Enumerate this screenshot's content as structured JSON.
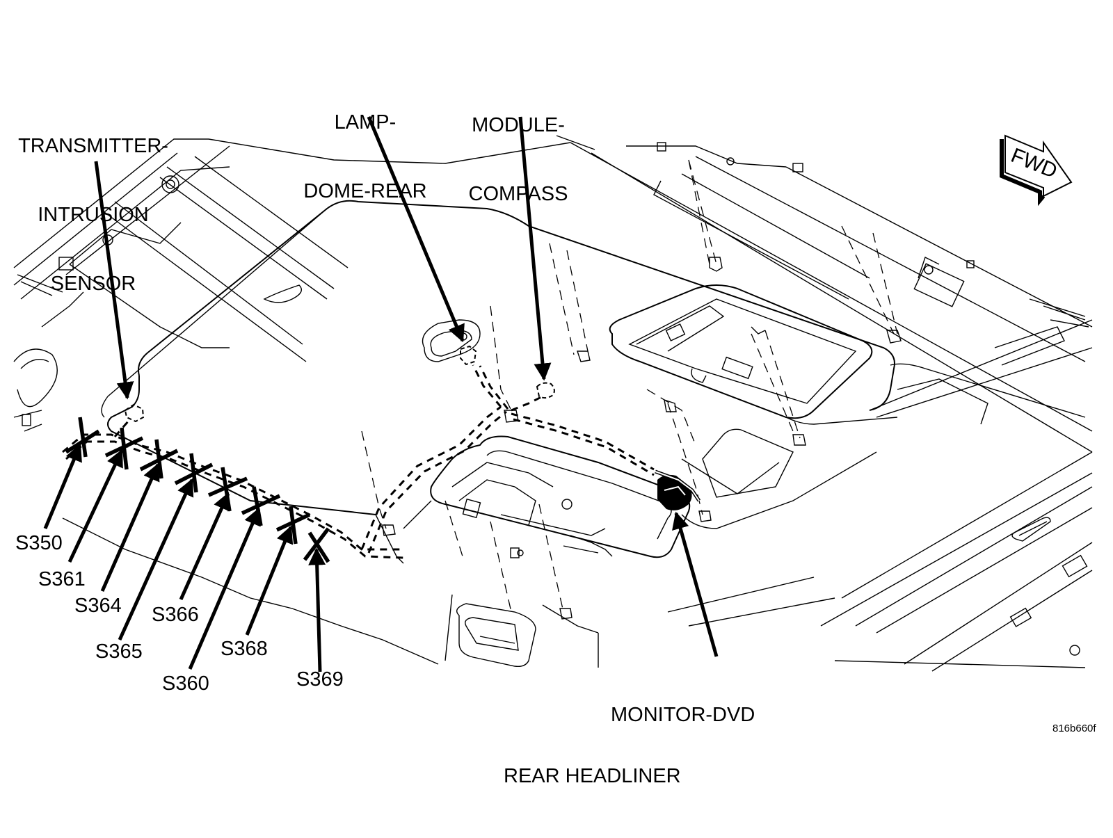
{
  "diagram": {
    "title": "REAR HEADLINER",
    "figure_id": "816b660f",
    "direction_indicator": "FWD",
    "components": [
      {
        "id": "transmitter",
        "lines": [
          "TRANSMITTER-",
          "INTRUSION",
          "SENSOR"
        ]
      },
      {
        "id": "lamp",
        "lines": [
          "LAMP-",
          "DOME-REAR"
        ]
      },
      {
        "id": "compass",
        "lines": [
          "MODULE-",
          "COMPASS"
        ]
      },
      {
        "id": "monitor",
        "lines": [
          "MONITOR-DVD"
        ]
      }
    ],
    "splices": [
      "S350",
      "S361",
      "S364",
      "S365",
      "S366",
      "S360",
      "S368",
      "S369"
    ]
  }
}
